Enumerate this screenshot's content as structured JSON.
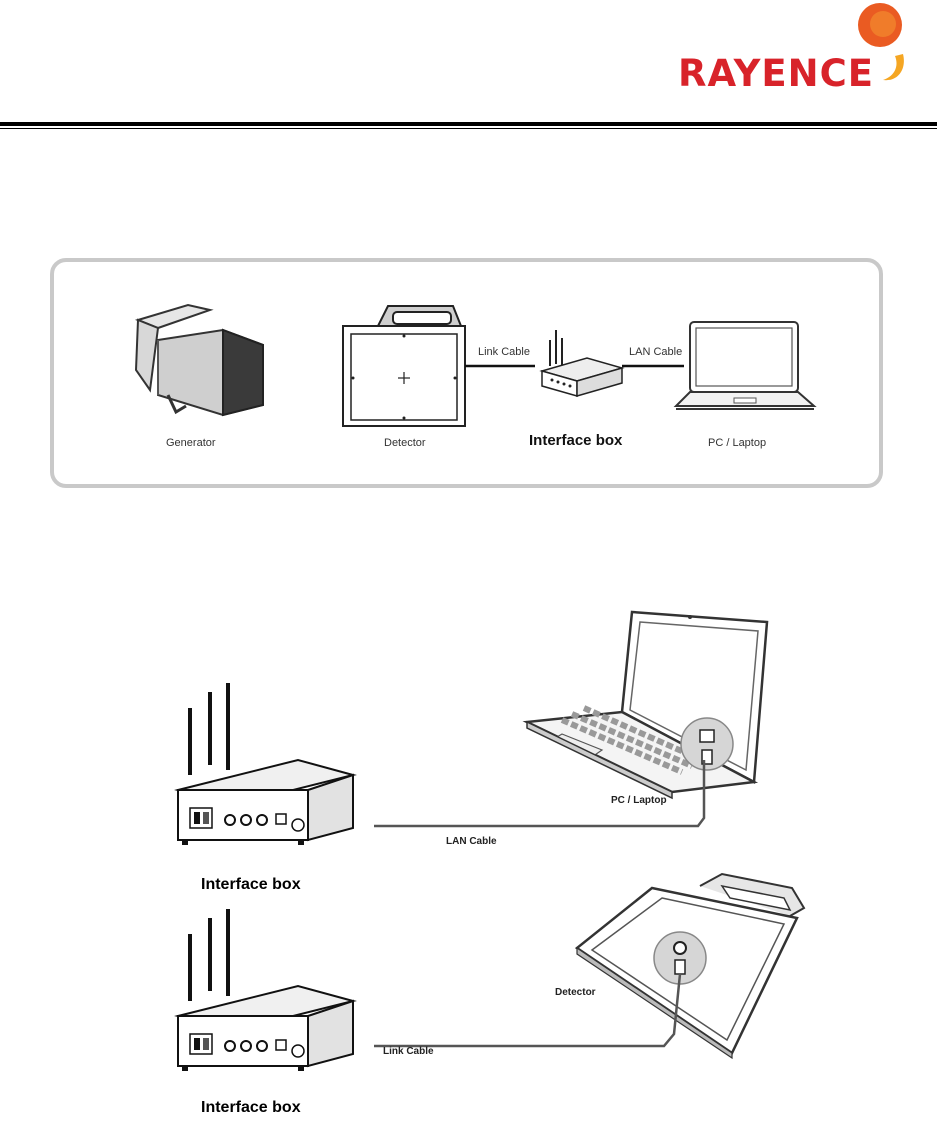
{
  "brand": {
    "name": "RAYENCE",
    "color": "#d8232a",
    "accent": "#f39a1e"
  },
  "overview": {
    "devices": {
      "generator": "Generator",
      "detector": "Detector",
      "interface_box": "Interface box",
      "pc_laptop": "PC / Laptop"
    },
    "cables": {
      "link": "Link Cable",
      "lan": "LAN Cable"
    }
  },
  "detail": {
    "connection_lan": {
      "interface_box_label": "Interface box",
      "device_label": "PC / Laptop",
      "cable_label": "LAN Cable"
    },
    "connection_link": {
      "interface_box_label": "Interface box",
      "device_label": "Detector",
      "cable_label": "Link Cable"
    }
  }
}
